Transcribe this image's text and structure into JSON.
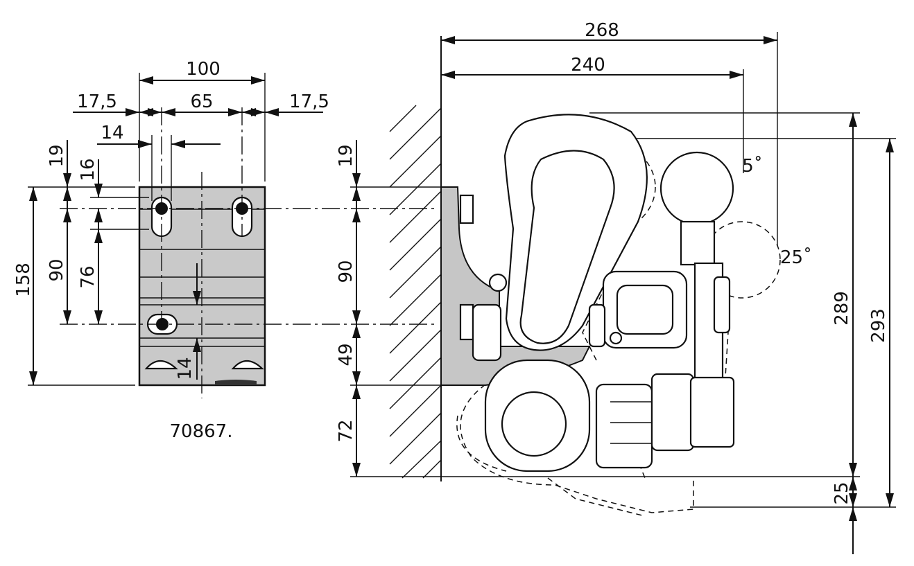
{
  "drawing": {
    "part_number": "70867.",
    "front_view": {
      "width_total": "100",
      "edge_left": "17,5",
      "hole_spacing": "65",
      "edge_right": "17,5",
      "slot_width": "14",
      "top_offset_left": "19",
      "slot_offset": "16",
      "height_total": "158",
      "hole_vertical": "90",
      "slot_vertical": "76",
      "slot_bottom": "14"
    },
    "side_view": {
      "width_max": "268",
      "width_arm": "240",
      "top_offset": "19",
      "hole_vertical": "90",
      "lower_49": "49",
      "lower_72": "72",
      "height_289": "289",
      "height_293": "293",
      "bottom_25": "25",
      "angle_5": "5˚",
      "angle_25": "25˚"
    }
  }
}
